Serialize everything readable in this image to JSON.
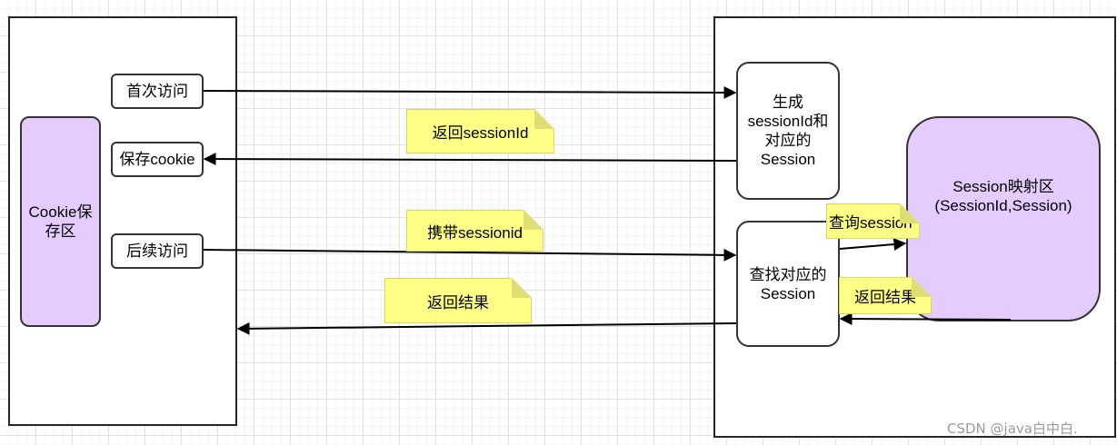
{
  "client": {
    "storage_label": "Cookie保存区",
    "first_visit": "首次访问",
    "save_cookie": "保存cookie",
    "subsequent_visit": "后续访问"
  },
  "server": {
    "generate_session": "生成sessionId和对应的Session",
    "find_session": "查找对应的Session",
    "session_map_title": "Session映射区",
    "session_map_subtitle": "(SessionId,Session)"
  },
  "notes": {
    "return_session_id": "返回sessionId",
    "carry_session_id": "携带sessionid",
    "return_result_client": "返回结果",
    "query_session": "查询session",
    "return_result_server": "返回结果"
  },
  "watermark": "CSDN @java白中白."
}
